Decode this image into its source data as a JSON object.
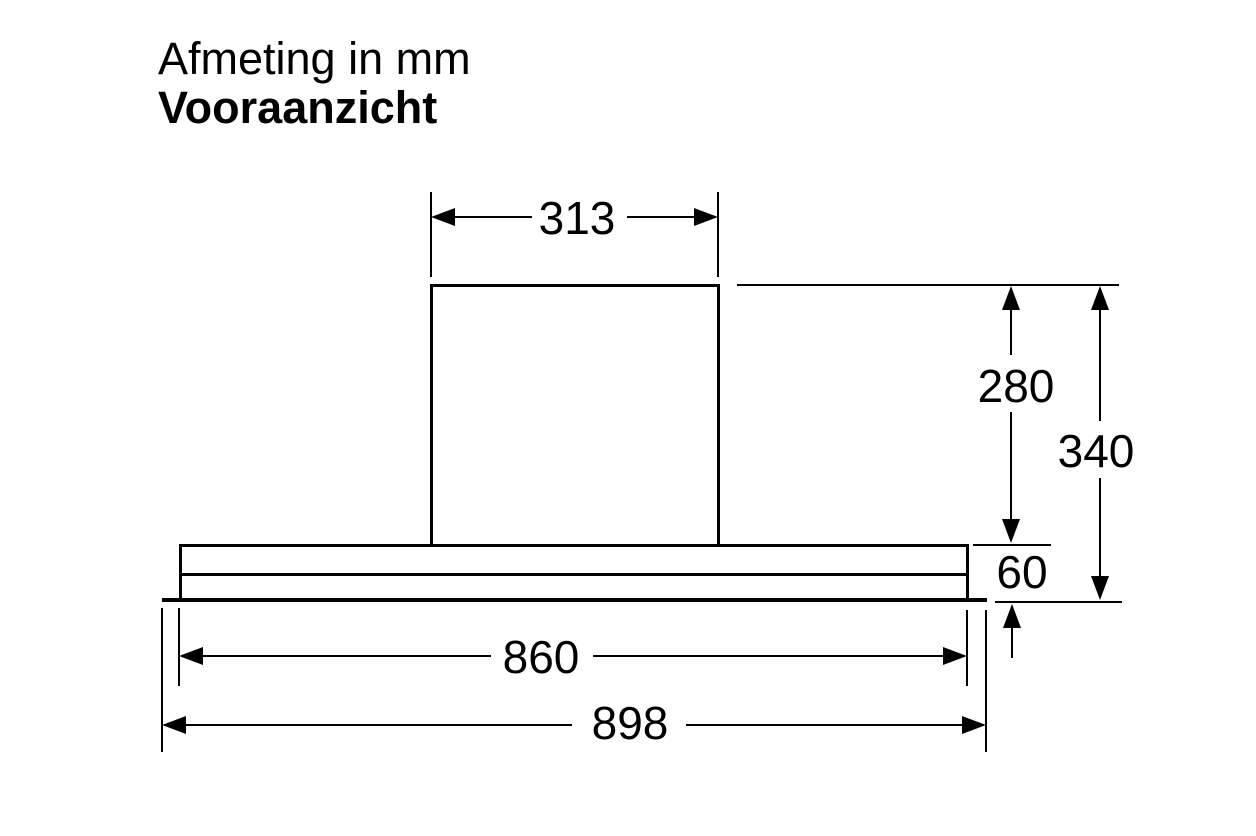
{
  "title": {
    "units_note": "Afmeting in mm",
    "view_label": "Vooraanzicht"
  },
  "dimensions": {
    "chimney_width_mm": "313",
    "chimney_height_mm": "280",
    "overall_height_mm": "340",
    "body_height_mm": "60",
    "body_width_mm": "860",
    "overall_width_mm": "898"
  },
  "colors": {
    "line": "#000000",
    "background": "#ffffff",
    "text": "#000000"
  }
}
